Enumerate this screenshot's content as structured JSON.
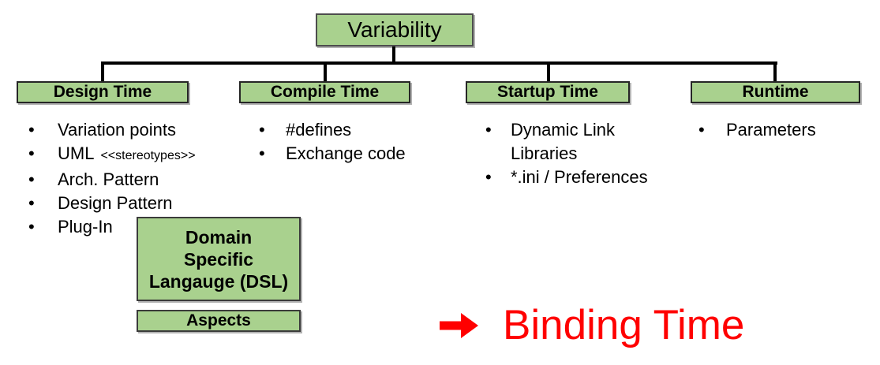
{
  "colors": {
    "box_fill": "#a9d18e",
    "box_border": "#262626",
    "connector": "#000000",
    "accent_red": "#ff0000",
    "text": "#000000"
  },
  "bullet_char": "•",
  "root_box": {
    "label": "Variability"
  },
  "columns": [
    {
      "title": "Design Time",
      "items": [
        {
          "text": "Variation points"
        },
        {
          "text": "UML",
          "suffix": "<<stereotypes>>"
        },
        {
          "text": "Arch. Pattern"
        },
        {
          "text": "Design Pattern"
        },
        {
          "text": "Plug-In"
        }
      ]
    },
    {
      "title": "Compile Time",
      "items": [
        {
          "text": "#defines"
        },
        {
          "text": "Exchange code"
        }
      ]
    },
    {
      "title": "Startup Time",
      "items": [
        {
          "text": "Dynamic Link\nLibraries"
        },
        {
          "text": "*.ini / Preferences"
        }
      ]
    },
    {
      "title": "Runtime",
      "items": [
        {
          "text": "Parameters"
        }
      ]
    }
  ],
  "extra_boxes": {
    "dsl": {
      "label": "Domain\nSpecific\nLangauge (DSL)"
    },
    "aspects": {
      "label": "Aspects"
    }
  },
  "caption": {
    "text": "Binding Time"
  }
}
